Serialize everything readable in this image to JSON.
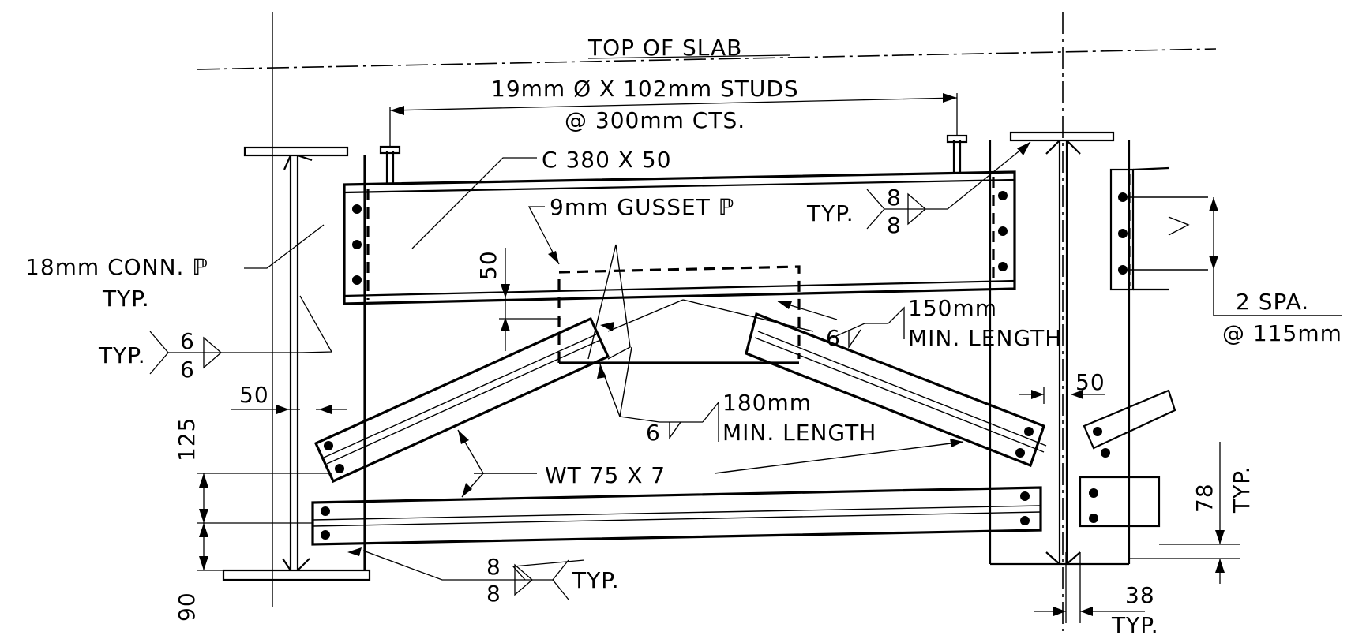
{
  "labels": {
    "top_of_slab": "TOP OF SLAB",
    "studs_line1": "19mm Ø X 102mm STUDS",
    "studs_line2": "@ 300mm CTS.",
    "channel": "C 380 X 50",
    "gusset": "9mm GUSSET ℙ",
    "conn_plate_line1": "18mm CONN. ℙ",
    "conn_plate_line2": "TYP.",
    "wt": "WT 75 X 7",
    "min_len_150_line1": "150mm",
    "min_len_150_line2": "MIN. LENGTH",
    "min_len_180_line1": "180mm",
    "min_len_180_line2": "MIN. LENGTH",
    "spacing_line1": "2 SPA.",
    "spacing_line2": "@ 115mm"
  },
  "welds": {
    "top_right": {
      "prefix": "TYP.",
      "top": "8",
      "bottom": "8"
    },
    "left": {
      "prefix": "TYP.",
      "top": "6",
      "bottom": "6"
    },
    "bottom": {
      "top": "8",
      "bottom": "8",
      "suffix": "TYP."
    },
    "gusset_150": {
      "size": "6"
    },
    "gusset_180": {
      "size": "6"
    }
  },
  "dimensions": {
    "d50_top": "50",
    "d50_left": "50",
    "d50_right": "50",
    "d125": "125",
    "d90": "90",
    "d78": "78",
    "d78_typ": "TYP.",
    "d38": "38",
    "d38_typ": "TYP."
  }
}
